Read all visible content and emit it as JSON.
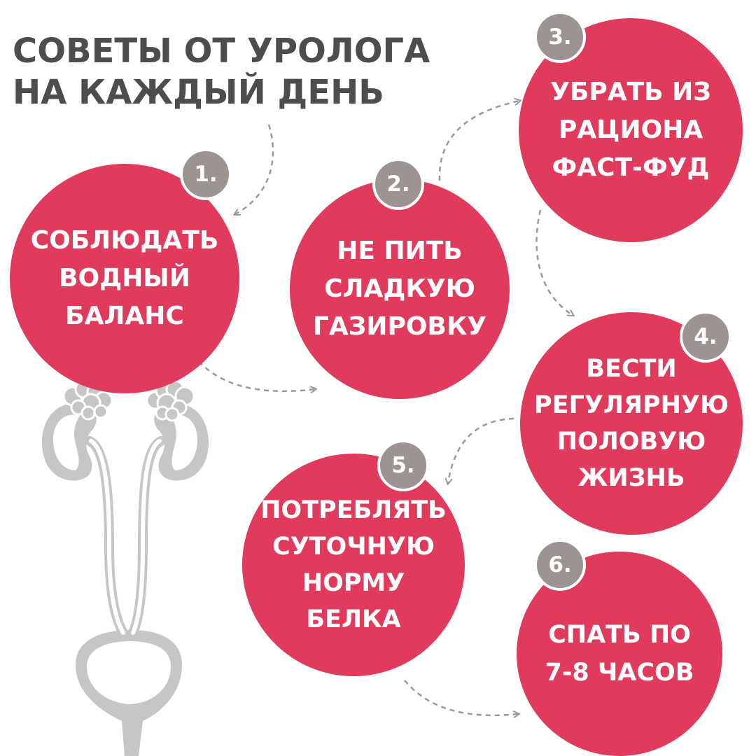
{
  "title": {
    "line1": "СОВЕТЫ ОТ УРОЛОГА",
    "line2": "НА КАЖДЫЙ ДЕНЬ"
  },
  "colors": {
    "circle": "#e03a5c",
    "badge": "#9c9490",
    "title": "#4d4d4d",
    "anatomy": "#c6c6c6",
    "connector": "#999999"
  },
  "tips": [
    {
      "number": "1.",
      "lines": [
        "СОБЛЮДАТЬ",
        "ВОДНЫЙ",
        "БАЛАНС"
      ]
    },
    {
      "number": "2.",
      "lines": [
        "НЕ ПИТЬ",
        "СЛАДКУЮ",
        "ГАЗИРОВКУ"
      ]
    },
    {
      "number": "3.",
      "lines": [
        "УБРАТЬ ИЗ",
        "РАЦИОНА",
        "ФАСТ-ФУД"
      ]
    },
    {
      "number": "4.",
      "lines": [
        "ВЕСТИ",
        "РЕГУЛЯРНУЮ",
        "ПОЛОВУЮ",
        "ЖИЗНЬ"
      ]
    },
    {
      "number": "5.",
      "lines": [
        "ПОТРЕБЛЯТЬ",
        "СУТОЧНУЮ",
        "НОРМУ",
        "БЕЛКА"
      ]
    },
    {
      "number": "6.",
      "lines": [
        "СПАТЬ ПО",
        "7-8 ЧАСОВ"
      ]
    }
  ],
  "illustration": {
    "icon": "urinary-system-icon"
  }
}
